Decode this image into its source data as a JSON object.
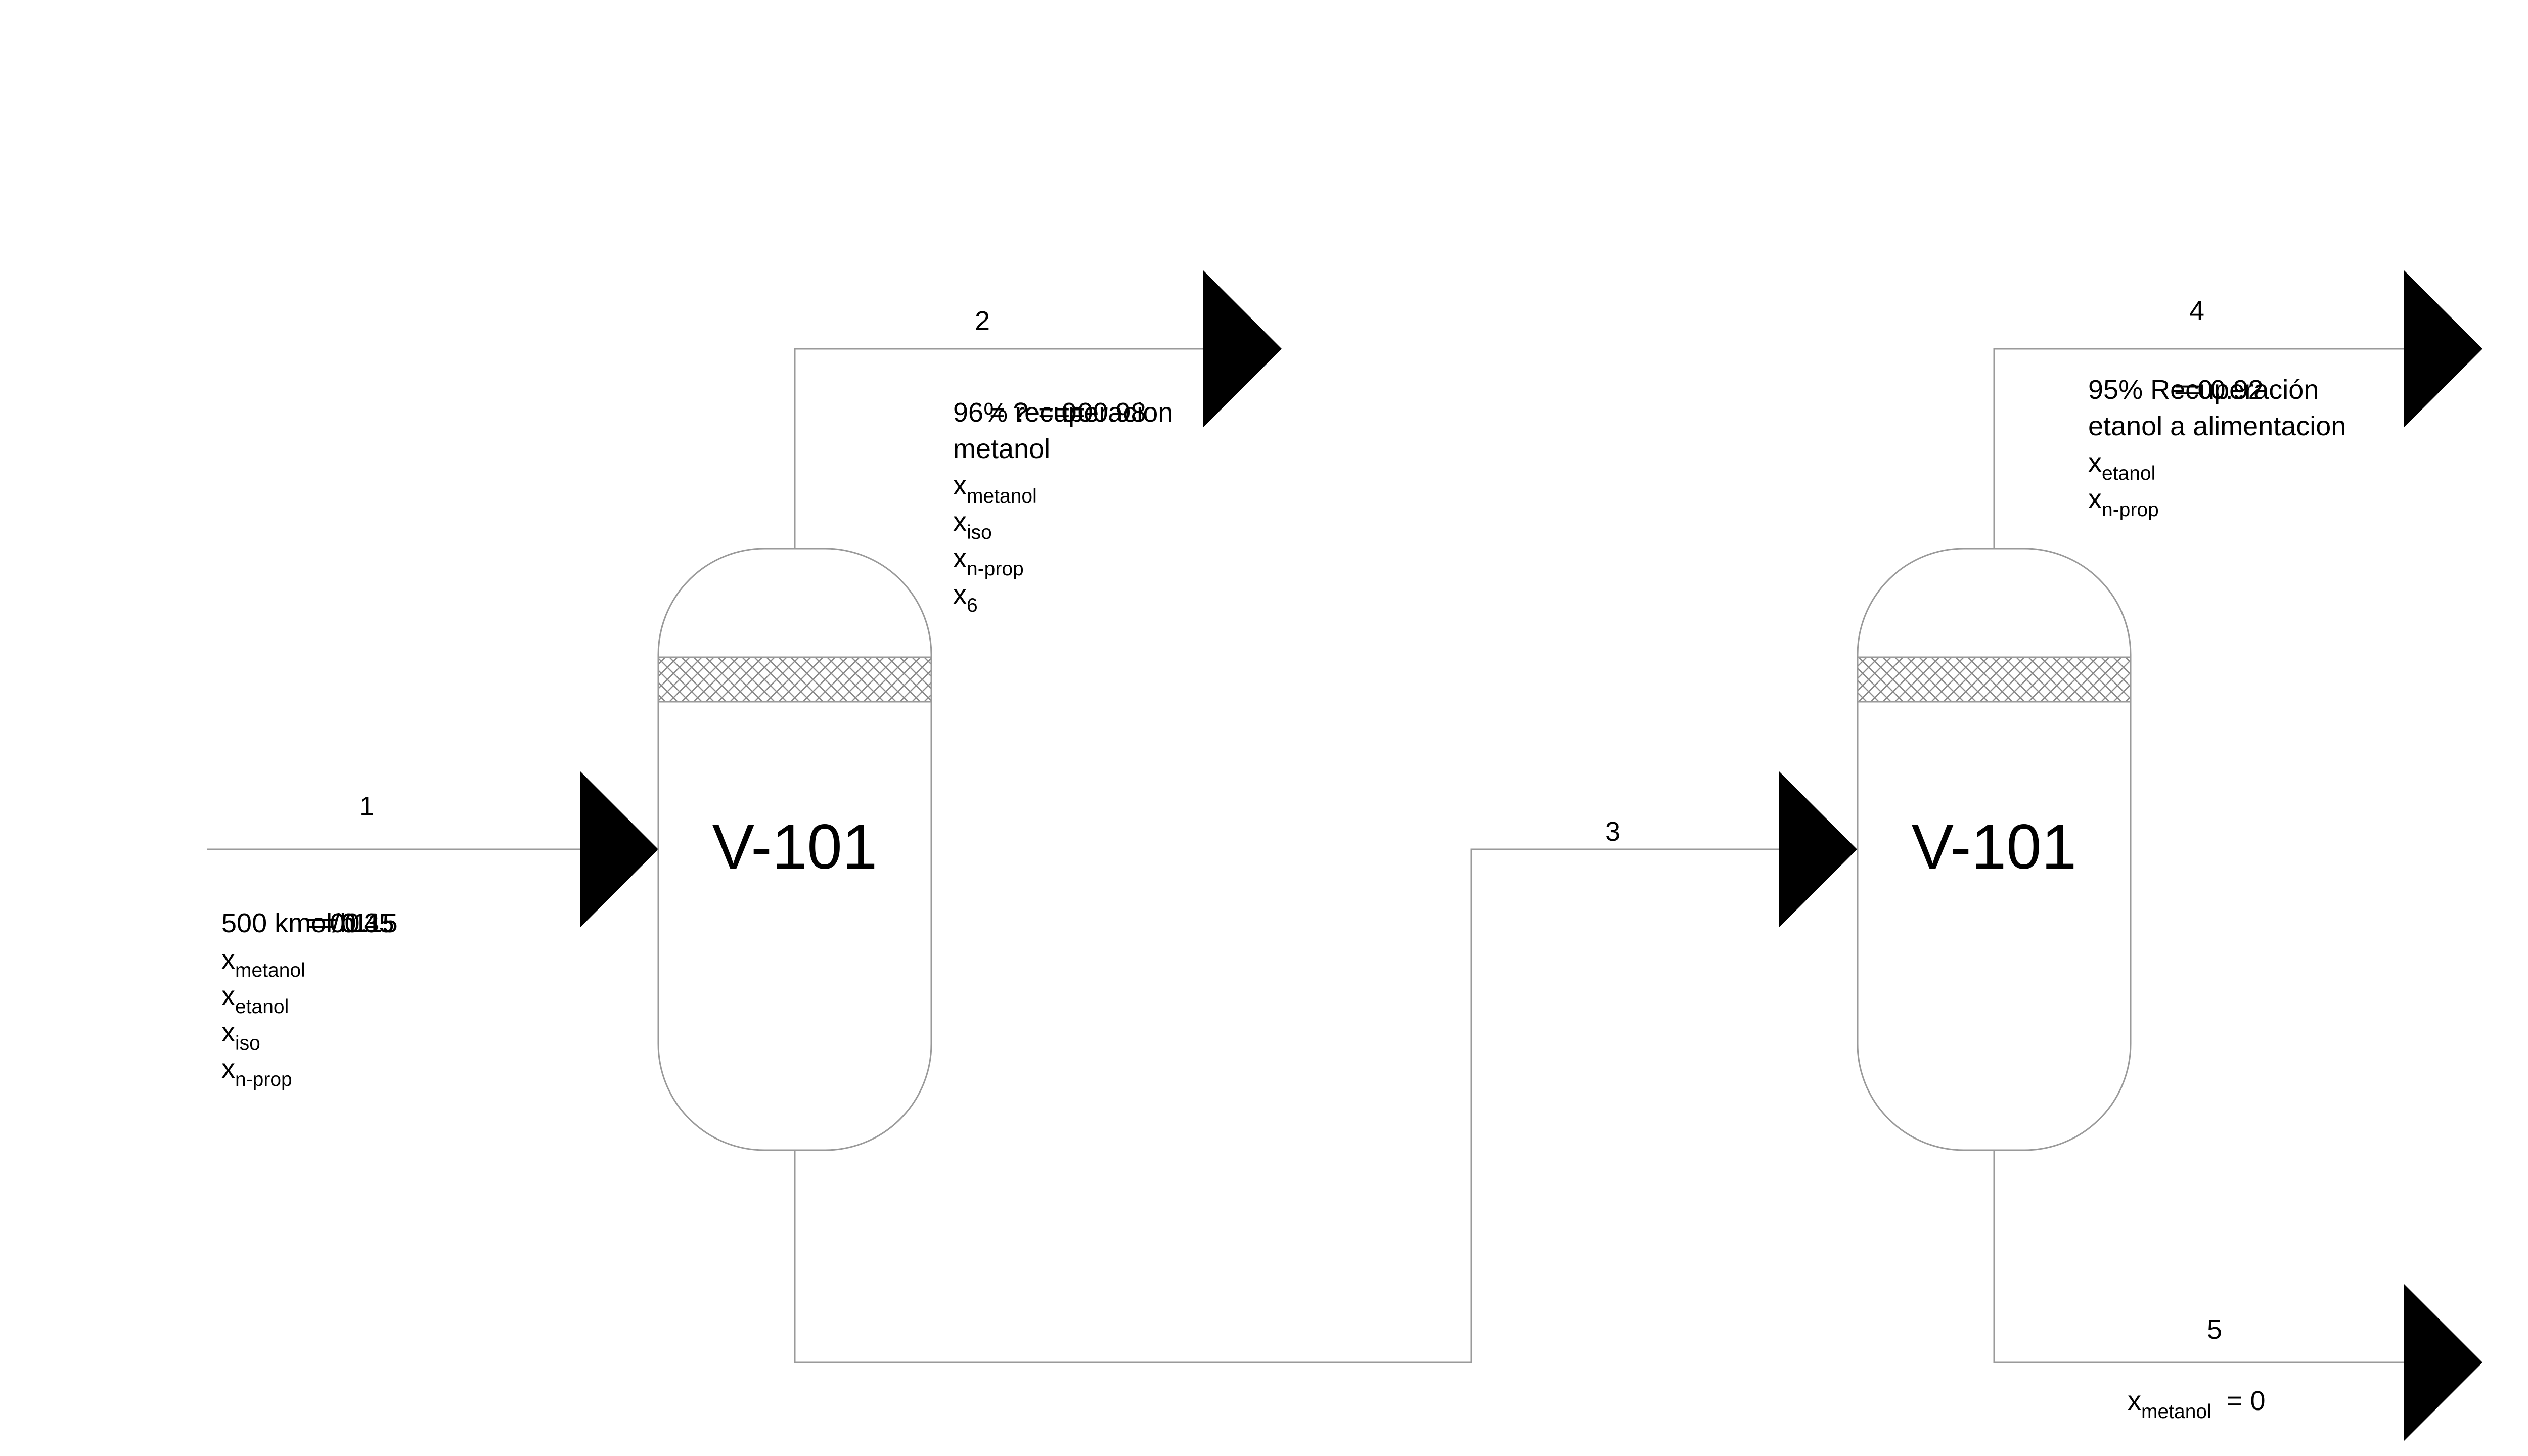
{
  "vessels": [
    {
      "label": "V-101"
    },
    {
      "label": "V-101"
    }
  ],
  "streams": [
    {
      "number": "1"
    },
    {
      "number": "2"
    },
    {
      "number": "3"
    },
    {
      "number": "4"
    },
    {
      "number": "5"
    }
  ],
  "feed": {
    "flow": "500 kmol/h",
    "fractions": [
      {
        "x": "x",
        "sub": "metanol",
        "eq": "= 0.4"
      },
      {
        "x": "x",
        "sub": "etanol",
        "eq": "= 0.35"
      },
      {
        "x": "x",
        "sub": "iso",
        "eq": "= 0.15"
      },
      {
        "x": "x",
        "sub": "n-prop",
        "eq": "= 0.1"
      }
    ]
  },
  "top1": {
    "line1": "96% recuperacion",
    "line2": "metanol",
    "fractions": [
      {
        "x": "x",
        "sub": "metanol",
        "eq": "= 0.98"
      },
      {
        "x": "x",
        "sub": "iso",
        "eq": "= 0"
      },
      {
        "x": "x",
        "sub": "n-prop",
        "eq": "= 0"
      },
      {
        "x": "x",
        "sub": "6",
        "eq": "= ?"
      }
    ]
  },
  "top2": {
    "line1": "95% Recuperación",
    "line2": "etanol a alimentacion",
    "fractions": [
      {
        "x": "x",
        "sub": "etanol",
        "eq": "= 0.92"
      },
      {
        "x": "x",
        "sub": "n-prop",
        "eq": "= 0"
      }
    ]
  },
  "bottom2": {
    "fractions": [
      {
        "x": "x",
        "sub": "metanol",
        "eq": "= 0"
      }
    ]
  },
  "colors": {
    "line": "#9a9a9a",
    "arrow": "#000000",
    "hatch": "#8a8a8a"
  }
}
